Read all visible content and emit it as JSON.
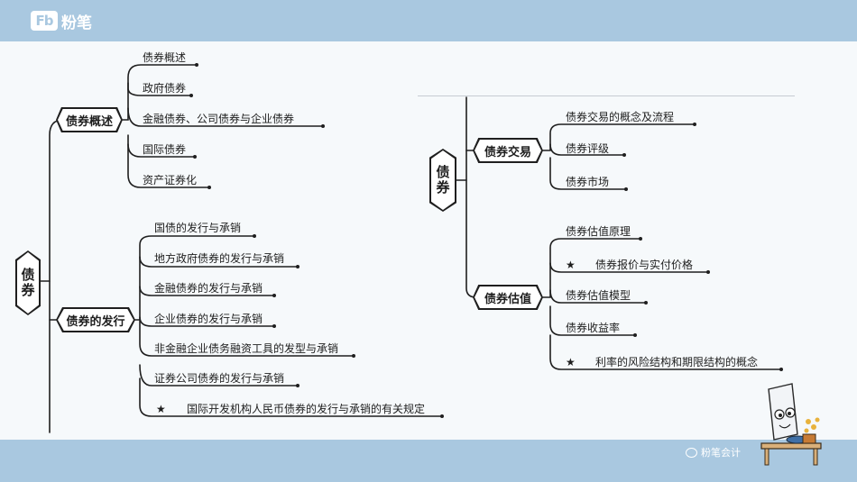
{
  "header": {
    "logo_mark": "Fb",
    "logo_text": "粉笔"
  },
  "footer": {
    "watermark": "粉笔会计"
  },
  "left": {
    "root": "债券",
    "branches": [
      {
        "title": "债券概述",
        "items": [
          "债券概述",
          "政府债券",
          "金融债券、公司债券与企业债券",
          "国际债券",
          "资产证券化"
        ]
      },
      {
        "title": "债券的发行",
        "items": [
          "国债的发行与承销",
          "地方政府债券的发行与承销",
          "金融债券的发行与承销",
          "企业债券的发行与承销",
          "非金融企业债务融资工具的发型与承销",
          "证券公司债券的发行与承销",
          "国际开发机构人民币债券的发行与承销的有关规定"
        ]
      }
    ]
  },
  "right": {
    "root": "债券",
    "branches": [
      {
        "title": "债券交易",
        "items": [
          "债券交易的概念及流程",
          "债券评级",
          "债券市场"
        ]
      },
      {
        "title": "债券估值",
        "items": [
          "债券估值原理",
          "债券报价与实付价格",
          "债券估值模型",
          "债券收益率",
          "利率的风险结构和期限结构的概念"
        ]
      }
    ]
  },
  "star_symbol": "★"
}
